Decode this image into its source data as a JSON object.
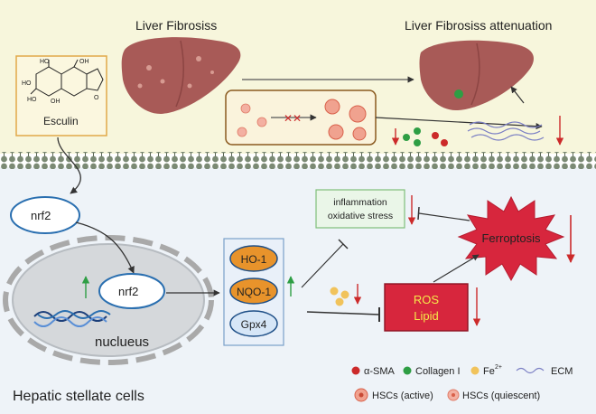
{
  "top": {
    "title_left": "Liver Fibrosiss",
    "title_right": "Liver Fibrosiss attenuation",
    "compound": "Esculin"
  },
  "cell": {
    "nrf2_outer": "nrf2",
    "nrf2_inner": "nrf2",
    "nucleus": "nuclueus",
    "caption": "Hepatic stellate cells"
  },
  "genes": [
    "HO-1",
    "NQO-1",
    "Gpx4"
  ],
  "effects": {
    "inflammation_line1": "inflammation",
    "inflammation_line2": "oxidative stress",
    "ferroptosis": "Ferroptosis",
    "ros": "ROS",
    "lipid": "Lipid"
  },
  "legend": {
    "sma": "α-SMA",
    "collagen": "Collagen I",
    "fe": "Fe",
    "fe_sup": "2+",
    "ecm": "ECM",
    "hsc_active": "HSCs (active)",
    "hsc_quiescent": "HSCs (quiescent)"
  },
  "colors": {
    "top_bg": "#f7f6dc",
    "bottom_bg": "#eef3f8",
    "liver": "#a85a57",
    "red": "#cc2a2a",
    "green": "#2e9e44",
    "fe": "#f1c35b",
    "orange": "#e8932b",
    "gpx": "#d6e6f7",
    "ros_box": "#d7263d"
  }
}
